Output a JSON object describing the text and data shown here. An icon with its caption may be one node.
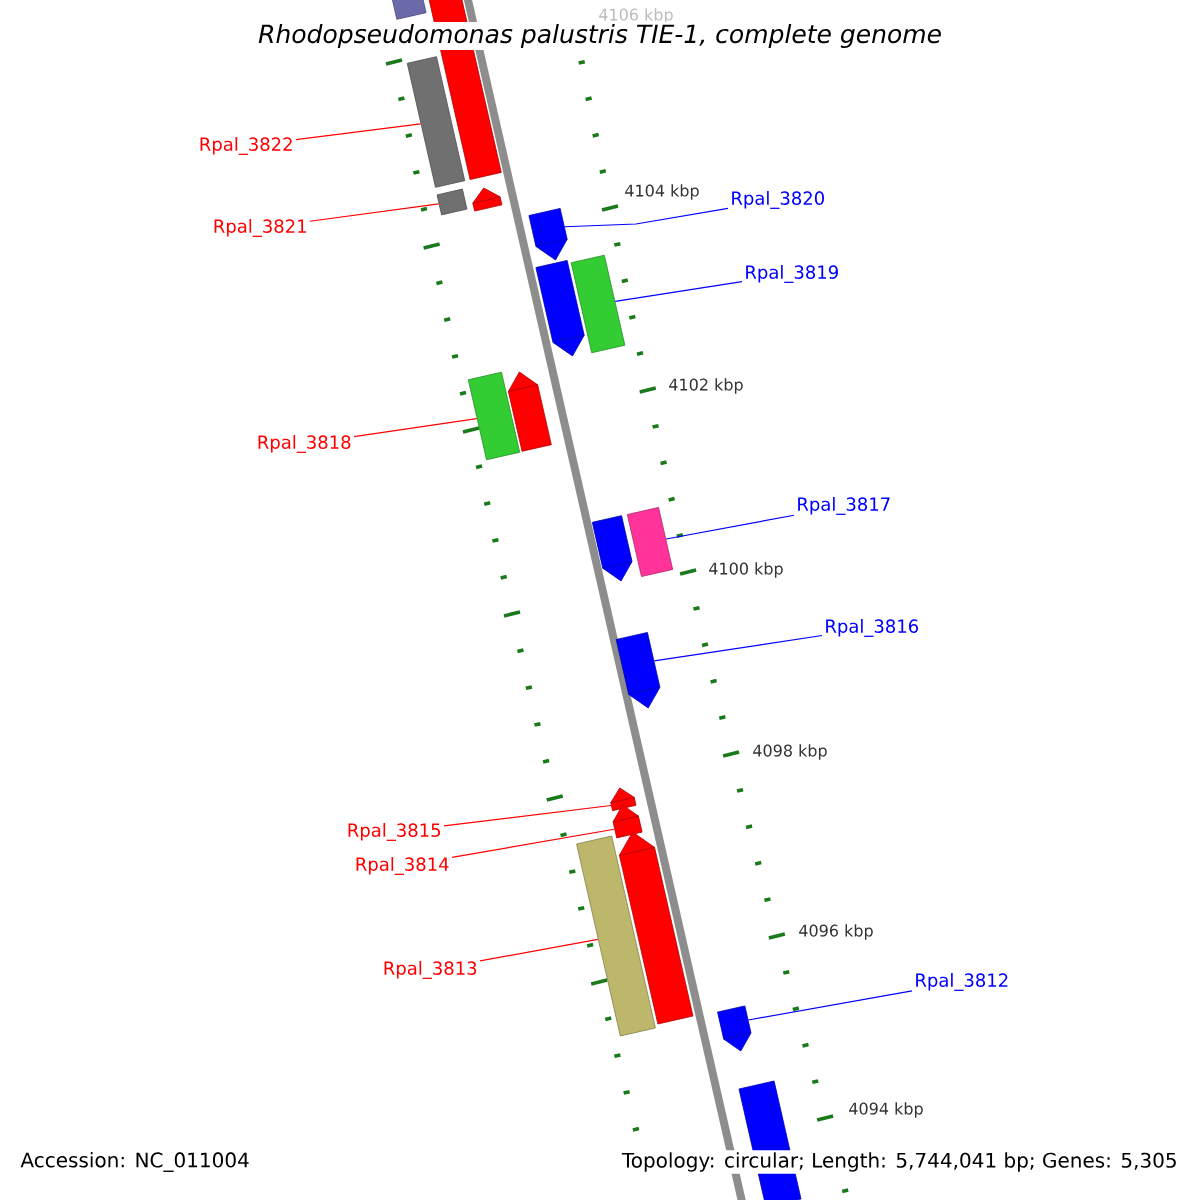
{
  "diagram": {
    "title": "Rhodopseudomonas palustris TIE-1, complete genome",
    "nodes": [
      {
        "text": [
          "Rpal_3822"
        ]
      },
      {
        "text": [
          "Rpal_3821"
        ]
      },
      {
        "text": [
          "Rpal_3820"
        ]
      },
      {
        "text": [
          "Rpal_3819"
        ]
      },
      {
        "text": [
          "Rpal_3818"
        ]
      },
      {
        "text": [
          "Rpal_3817"
        ]
      },
      {
        "text": [
          "Rpal_3816"
        ]
      },
      {
        "text": [
          "Rpal_3815"
        ]
      },
      {
        "text": [
          "Rpal_3814"
        ]
      },
      {
        "text": [
          "Rpal_3813"
        ]
      },
      {
        "text": [
          "Rpal_3812"
        ]
      },
      {
        "text": [],
        "shape": "arrow"
      },
      {
        "text": [],
        "shape": "arrow"
      },
      {
        "text": [],
        "shape": "arrow"
      },
      {
        "text": [],
        "shape": "arrow"
      },
      {
        "text": [],
        "shape": "arrow"
      },
      {
        "text": [],
        "shape": "arrow"
      },
      {
        "text": [],
        "shape": "arrow"
      },
      {
        "text": [],
        "shape": "arrow"
      },
      {
        "text": [],
        "shape": "arrow"
      },
      {
        "text": [],
        "shape": "arrow"
      },
      {
        "text": [],
        "shape": "arrow"
      },
      {
        "text": [],
        "shape": "arrow"
      },
      {
        "text": [],
        "shape": "arrow"
      },
      {
        "text": [],
        "shape": "arrow"
      },
      {
        "text": [],
        "shape": "arrow"
      },
      {
        "text": [],
        "shape": "arrow"
      },
      {
        "text": [],
        "shape": "arrow"
      },
      {
        "text": [],
        "shape": "arrow"
      },
      {
        "text": [],
        "shape": "arrow"
      }
    ],
    "edges": [
      {
        "from": 0,
        "to": 13,
        "arrow": "none"
      },
      {
        "from": 1,
        "to": 14,
        "arrow": "none"
      },
      {
        "from": 2,
        "to": 16,
        "arrow": "none",
        "color": "#0000ff"
      },
      {
        "from": 3,
        "to": 18,
        "arrow": "none",
        "color": "#0000ff"
      },
      {
        "from": 4,
        "to": 19,
        "arrow": "none"
      },
      {
        "from": 5,
        "to": 22,
        "arrow": "none",
        "color": "#0000ff"
      },
      {
        "from": 6,
        "to": 23,
        "arrow": "none",
        "color": "#0000ff"
      },
      {
        "from": 7,
        "to": 24,
        "arrow": "none"
      },
      {
        "from": 8,
        "to": 25,
        "arrow": "none"
      },
      {
        "from": 9,
        "to": 26,
        "arrow": "none"
      },
      {
        "from": 10,
        "to": 28,
        "arrow": "none",
        "color": "#0000ff"
      }
    ],
    "labels": [
      "4106 kbp",
      "4104 kbp",
      "4102 kbp",
      "4100 kbp",
      "4098 kbp",
      "4096 kbp",
      "4094 kbp",
      "Accession: NC_011004",
      "Topology: circular; Length: 5,744,041 bp; Genes: 5,305"
    ]
  }
}
